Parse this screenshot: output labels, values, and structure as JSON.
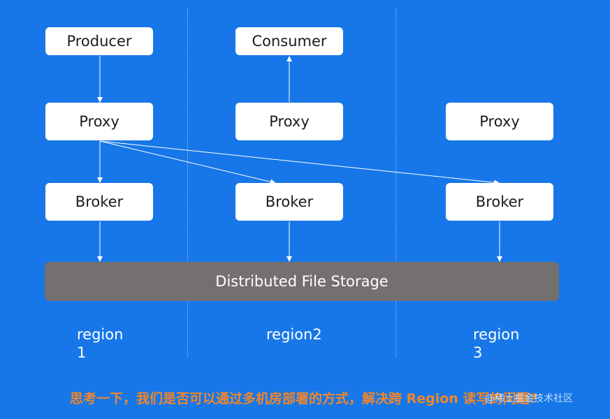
{
  "nodes": {
    "producer": "Producer",
    "consumer": "Consumer",
    "proxy1": "Proxy",
    "proxy2": "Proxy",
    "proxy3": "Proxy",
    "broker1": "Broker",
    "broker2": "Broker",
    "broker3": "Broker",
    "storage": "Distributed File Storage"
  },
  "regions": [
    {
      "line1": "region",
      "line2": "1"
    },
    {
      "line1": "region2",
      "line2": ""
    },
    {
      "line1": "region",
      "line2": "3"
    }
  ],
  "caption": "思考一下，我们是否可以通过多机房部署的方式，解决跨 Region 读写的问题?",
  "watermark": "@稀土掘金技术社区",
  "colors": {
    "background": "#1777e8",
    "node": "#ffffff",
    "storage": "#757070",
    "caption": "#f0862a"
  }
}
